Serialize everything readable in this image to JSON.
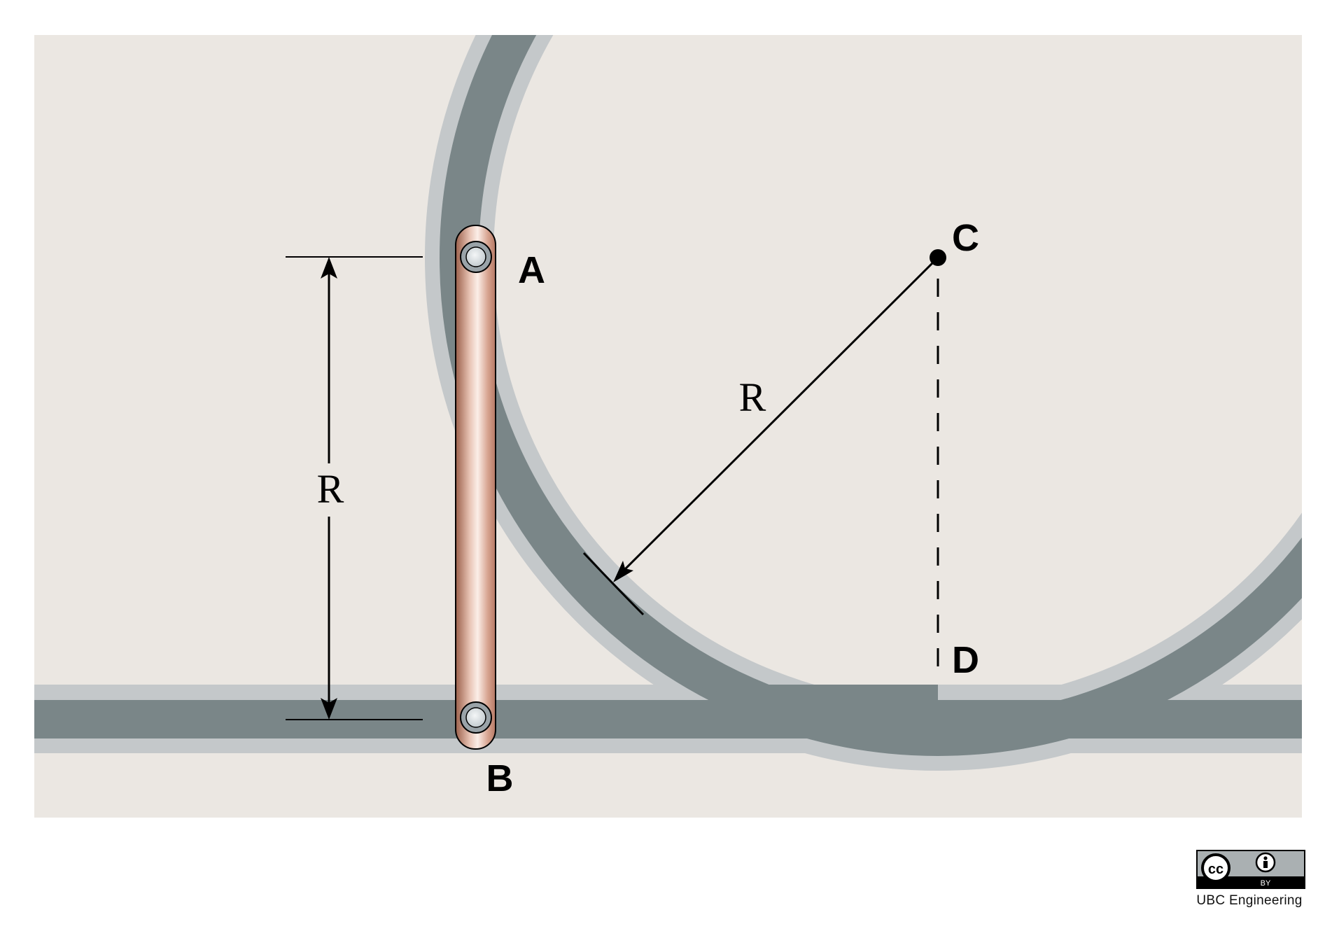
{
  "labels": {
    "pin_a": "A",
    "pin_b": "B",
    "center_c": "C",
    "point_d": "D",
    "vertical_dimension": "R",
    "radius_dimension": "R"
  },
  "license": {
    "cc": "cc",
    "by": "BY",
    "credit": "UBC Engineering"
  },
  "colors": {
    "panel_background": "#ebe7e2",
    "track_dark": "#7a8688",
    "track_light": "#c4c8ca",
    "bar_copper": "#c9907a",
    "ink": "#000000"
  }
}
